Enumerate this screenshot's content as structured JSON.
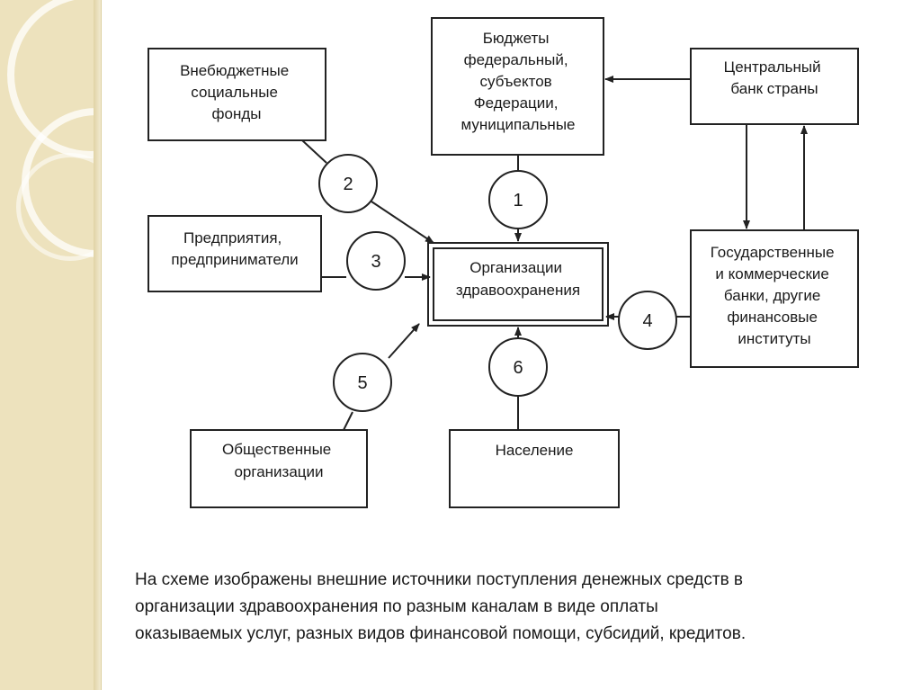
{
  "diagram": {
    "boxes": {
      "offbudget_funds": {
        "lines": [
          "Внебюджетные",
          "социальные",
          "фонды"
        ]
      },
      "budgets": {
        "lines": [
          "Бюджеты",
          "федеральный,",
          "субъектов",
          "Федерации,",
          "муниципальные"
        ]
      },
      "central_bank": {
        "lines": [
          "Центральный",
          "банк страны"
        ]
      },
      "enterprises": {
        "lines": [
          "Предприятия,",
          "предприниматели"
        ]
      },
      "health_orgs": {
        "lines": [
          "Организации",
          "здравоохранения"
        ]
      },
      "banks": {
        "lines": [
          "Государственные",
          "и коммерческие",
          "банки, другие",
          "финансовые",
          "институты"
        ]
      },
      "public_orgs": {
        "lines": [
          "Общественные",
          "организации"
        ]
      },
      "population": {
        "lines": [
          "Население"
        ]
      }
    },
    "channels": [
      "1",
      "2",
      "3",
      "4",
      "5",
      "6"
    ]
  },
  "caption": {
    "lines": [
      "На схеме изображены внешние источники поступления денежных средств в",
      "организации здравоохранения по разным каналам в виде оплаты",
      "оказываемых услуг, разных видов финансовой помощи, субсидий, кредитов."
    ]
  }
}
